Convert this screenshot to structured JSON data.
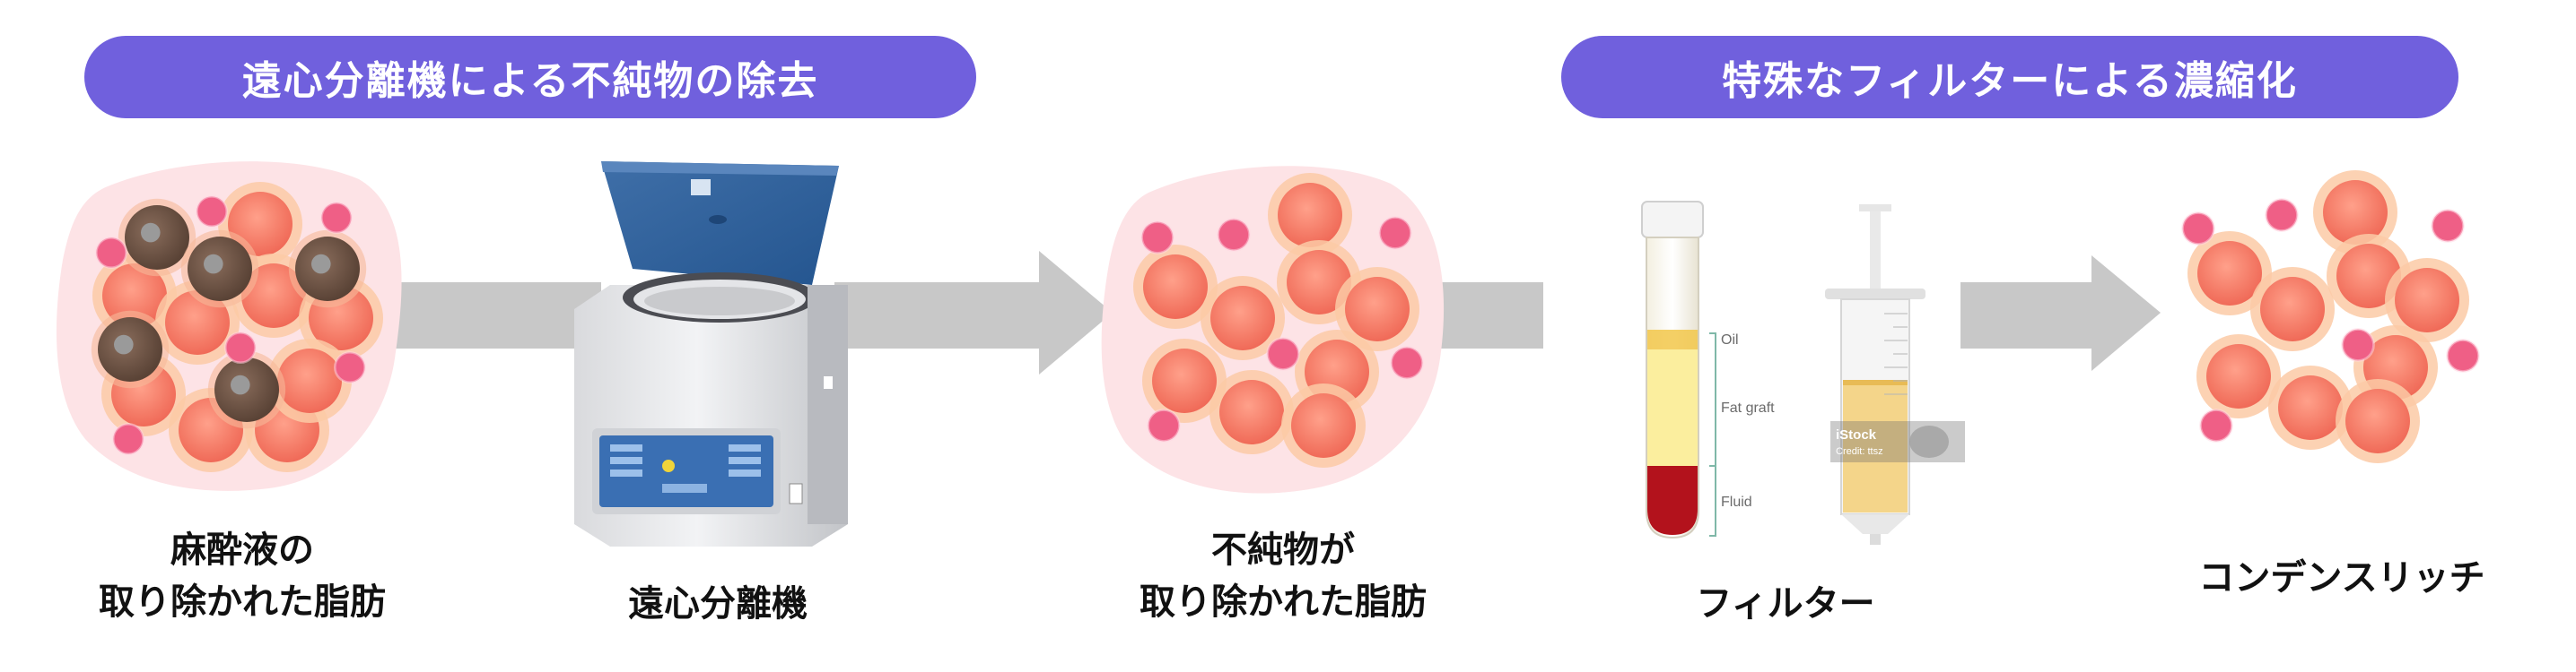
{
  "headers": {
    "left": "遠心分離機による不純物の除去",
    "right": "特殊なフィルターによる濃縮化"
  },
  "steps": {
    "anesthetic_fat": "麻酔液の\n取り除かれた脂肪",
    "centrifuge": "遠心分離機",
    "purified_fat": "不純物が\n取り除かれた脂肪",
    "filter": "フィルター",
    "condense_rich": "コンデンスリッチ"
  },
  "tube_labels": {
    "oil": "Oil",
    "fat_graft": "Fat graft",
    "fluid": "Fluid"
  },
  "watermark": {
    "brand": "iStock",
    "credit": "Credit: ttsz"
  },
  "colors": {
    "header_bg": "#7060dd",
    "arrow": "#c8c8c8",
    "blob": "#fde3e6",
    "fat_cell": "#f47a66",
    "pink_cell": "#ee5f86",
    "impurity": "#6d5446"
  }
}
